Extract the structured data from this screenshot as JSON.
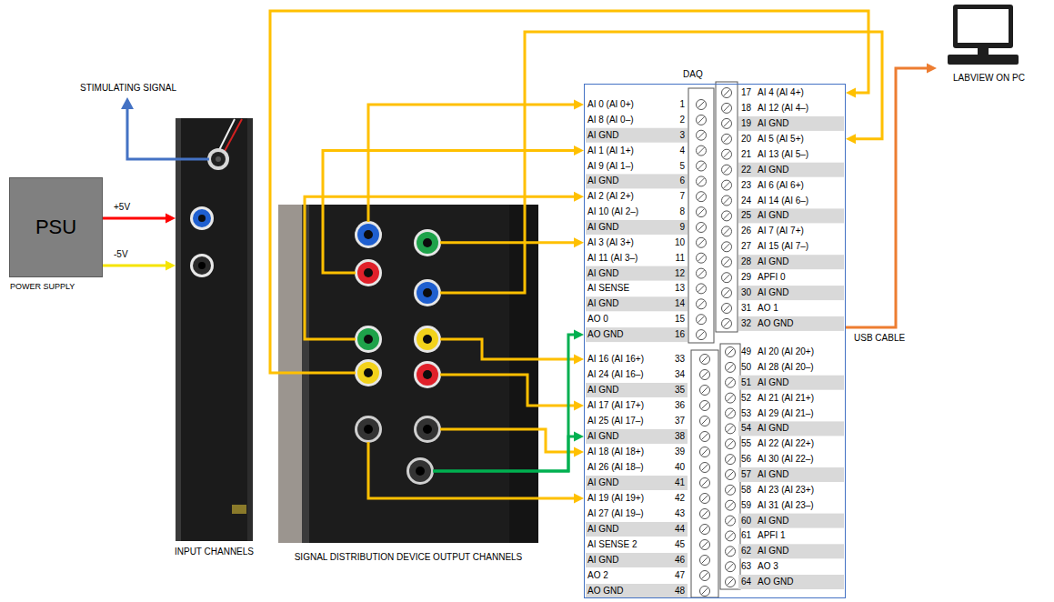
{
  "diagram": {
    "nodes": [
      {
        "text": [
          "PSU",
          "POWER SUPPLY"
        ]
      },
      {
        "text": [
          "INPUT CHANNELS"
        ]
      },
      {
        "text": [
          "SIGNAL DISTRIBUTION DEVICE OUTPUT CHANNELS"
        ]
      },
      {
        "text": [
          "DAQ"
        ]
      },
      {
        "text": [
          "LABVIEW ON PC"
        ]
      }
    ],
    "edges": [
      {
        "from": 0,
        "to": 1,
        "label": "+5V",
        "arrow": "to"
      },
      {
        "from": 0,
        "to": 1,
        "label": "-5V",
        "arrow": "to"
      },
      {
        "from": 2,
        "to": 3,
        "arrow": "to"
      },
      {
        "from": 2,
        "to": 3,
        "arrow": "to"
      },
      {
        "from": 2,
        "to": 3,
        "arrow": "to"
      },
      {
        "from": 2,
        "to": 3,
        "arrow": "to"
      },
      {
        "from": 2,
        "to": 3,
        "arrow": "to"
      },
      {
        "from": 2,
        "to": 3,
        "arrow": "to"
      },
      {
        "from": 2,
        "to": 3,
        "arrow": "to"
      },
      {
        "from": 2,
        "to": 3,
        "arrow": "to"
      },
      {
        "from": 2,
        "to": 3,
        "arrow": "to"
      },
      {
        "from": 2,
        "to": 3,
        "arrow": "to"
      },
      {
        "from": 2,
        "to": 3,
        "arrow": "to"
      },
      {
        "from": 2,
        "to": 3,
        "arrow": "to"
      },
      {
        "from": 3,
        "to": 4,
        "label": "USB CABLE",
        "arrow": "to"
      }
    ],
    "labels": [
      "STIMULATING SIGNAL",
      "AI 0 (AI 0+)",
      "1",
      "AI 8 (AI 0–)",
      "2",
      "AI GND",
      "3",
      "AI 1 (AI 1+)",
      "4",
      "AI 9 (AI 1–)",
      "5",
      "AI GND",
      "6",
      "AI 2 (AI 2+)",
      "7",
      "AI 10 (AI 2–)",
      "8",
      "AI GND",
      "9",
      "AI 3 (AI 3+)",
      "10",
      "AI 11 (AI 3–)",
      "11",
      "AI GND",
      "12",
      "AI SENSE",
      "13",
      "AI GND",
      "14",
      "AO 0",
      "15",
      "AO GND",
      "16",
      "17",
      "AI 4 (AI 4+)",
      "18",
      "AI 12 (AI 4–)",
      "19",
      "AI GND",
      "20",
      "AI 5 (AI 5+)",
      "21",
      "AI 13 (AI 5–)",
      "22",
      "AI GND",
      "23",
      "AI 6 (AI 6+)",
      "24",
      "AI 14 (AI 6–)",
      "25",
      "AI GND",
      "26",
      "AI 7 (AI 7+)",
      "27",
      "AI 15 (AI 7–)",
      "28",
      "AI GND",
      "29",
      "APFI 0",
      "30",
      "AI GND",
      "31",
      "AO 1",
      "32",
      "AO GND",
      "AI 16 (AI 16+)",
      "33",
      "AI 24 (AI 16–)",
      "34",
      "AI GND",
      "35",
      "AI 17 (AI 17+)",
      "36",
      "AI 25 (AI 17–)",
      "37",
      "AI GND",
      "38",
      "AI 18 (AI 18+)",
      "39",
      "AI 26 (AI 18–)",
      "40",
      "AI GND",
      "41",
      "AI 19 (AI 19+)",
      "42",
      "AI 27 (AI 19–)",
      "43",
      "AI GND",
      "44",
      "AI SENSE 2",
      "45",
      "AI GND",
      "46",
      "AO 2",
      "47",
      "AO GND",
      "48",
      "49",
      "AI 20 (AI 20+)",
      "50",
      "AI 28 (AI 20–)",
      "51",
      "AI GND",
      "52",
      "AI 21 (AI 21+)",
      "53",
      "AI 29 (AI 21–)",
      "54",
      "AI GND",
      "55",
      "AI 22 (AI 22+)",
      "56",
      "AI 30 (AI 22–)",
      "57",
      "AI GND",
      "58",
      "AI 23 (AI 23+)",
      "59",
      "AI 31 (AI 23–)",
      "60",
      "AI GND",
      "61",
      "APFI 1",
      "62",
      "AI GND",
      "63",
      "AO 3",
      "64",
      "AO GND"
    ]
  }
}
